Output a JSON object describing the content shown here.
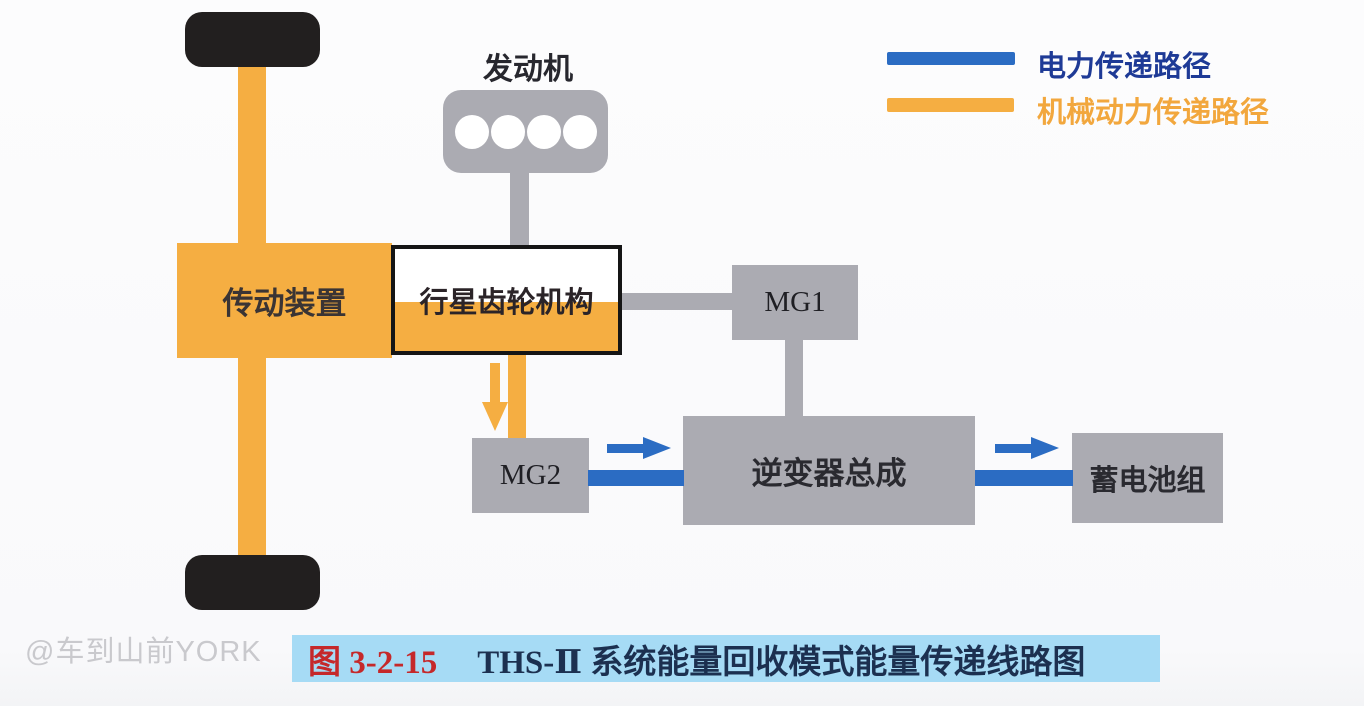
{
  "diagram": {
    "engine_label": "发动机",
    "transmission_label": "传动装置",
    "planetary_label": "行星齿轮机构",
    "mg1_label": "MG1",
    "mg2_label": "MG2",
    "inverter_label": "逆变器总成",
    "battery_label": "蓄电池组"
  },
  "legend": {
    "electric_label": "电力传递路径",
    "mechanical_label": "机械动力传递路径"
  },
  "caption": {
    "figure_number": "图 3-2-15",
    "title": "THS-Ⅱ 系统能量回收模式能量传递线路图"
  },
  "watermark": "@车到山前YORK",
  "colors": {
    "electric_blue": "#2B6CC3",
    "mechanical_orange": "#F5AE42",
    "component_gray": "#ABABB2",
    "wheel_black": "#221F1F",
    "caption_highlight": "#A6DBF5",
    "figure_number_red": "#C5282A",
    "legend_electric_text": "#1E3A96",
    "legend_mechanical_text": "#F2A73D"
  }
}
